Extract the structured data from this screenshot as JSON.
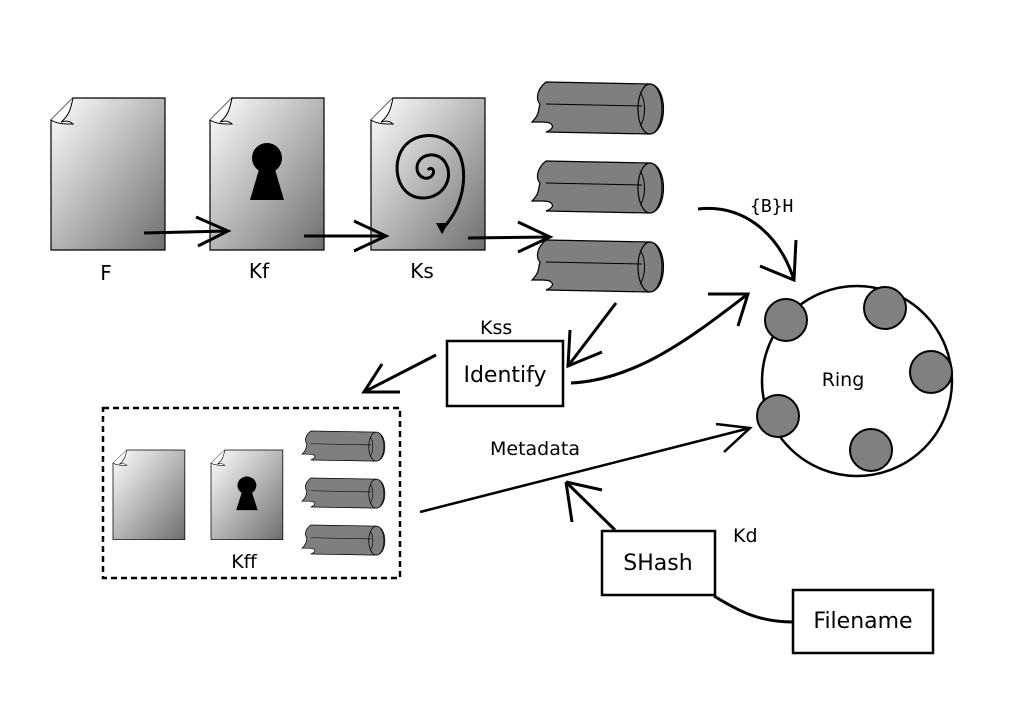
{
  "labels": {
    "f": "F",
    "kf": "Kf",
    "ks": "Ks",
    "kss": "Kss",
    "kff": "Kff",
    "bh": "{B}H",
    "metadata": "Metadata",
    "kd": "Kd",
    "ring": "Ring"
  },
  "boxes": {
    "identify": "Identify",
    "shash": "SHash",
    "filename": "Filename"
  },
  "colors": {
    "scroll_fill": "#7f7f7f",
    "node_fill": "#808080",
    "stroke": "#000000"
  }
}
